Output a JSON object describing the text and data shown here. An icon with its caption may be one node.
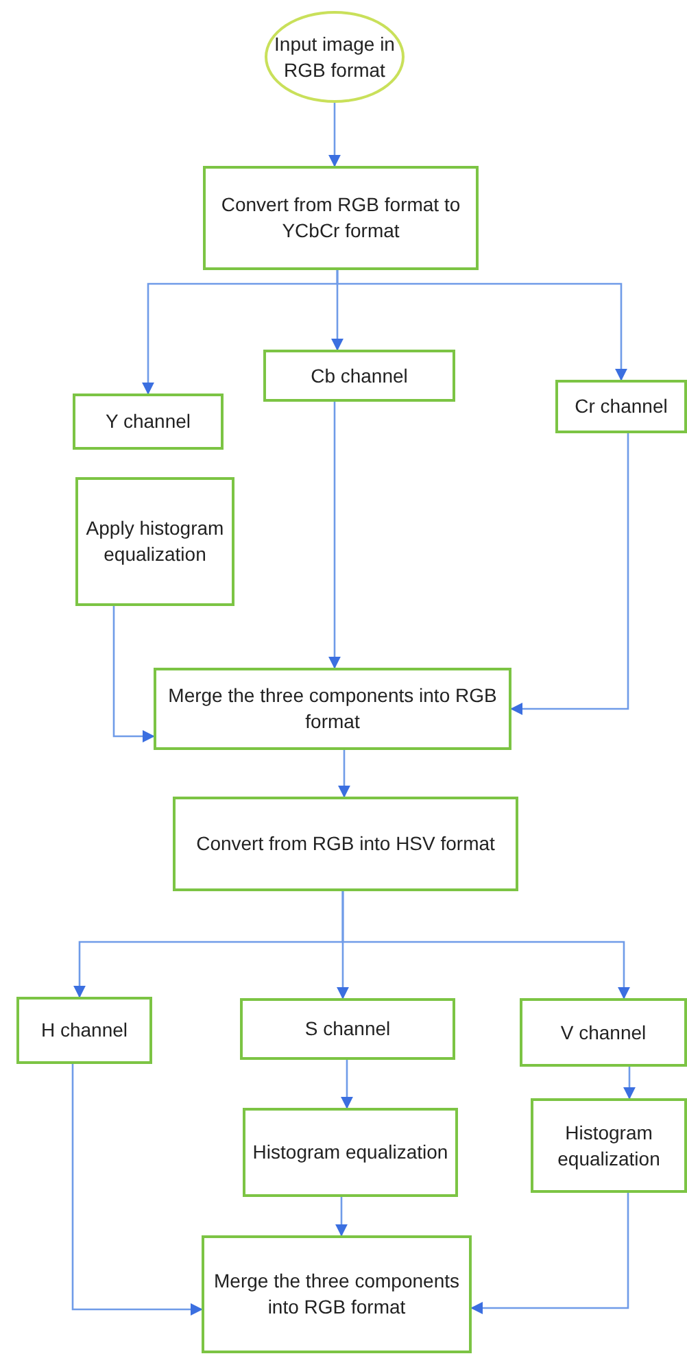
{
  "diagram": {
    "nodes": [
      {
        "text": [
          "Input image in RGB format"
        ]
      },
      {
        "text": [
          "Convert from RGB format to YCbCr format"
        ]
      },
      {
        "text": [
          "Y channel"
        ]
      },
      {
        "text": [
          "Cb channel"
        ]
      },
      {
        "text": [
          "Cr channel"
        ]
      },
      {
        "text": [
          "Apply histogram equalization"
        ]
      },
      {
        "text": [
          "Merge the three components into RGB format"
        ]
      },
      {
        "text": [
          "Convert from RGB into HSV format"
        ]
      },
      {
        "text": [
          "H channel"
        ]
      },
      {
        "text": [
          "S channel"
        ]
      },
      {
        "text": [
          "V channel"
        ]
      },
      {
        "text": [
          "Histogram equalization"
        ]
      },
      {
        "text": [
          "Histogram equalization"
        ]
      },
      {
        "text": [
          "Merge the three components into RGB format"
        ]
      }
    ],
    "edges": [
      {
        "from": 0,
        "to": 1,
        "arrow": "to"
      },
      {
        "from": 1,
        "to": 2,
        "arrow": "to"
      },
      {
        "from": 1,
        "to": 3,
        "arrow": "to"
      },
      {
        "from": 1,
        "to": 4,
        "arrow": "to"
      },
      {
        "from": 5,
        "to": 6,
        "arrow": "to"
      },
      {
        "from": 3,
        "to": 6,
        "arrow": "to"
      },
      {
        "from": 4,
        "to": 6,
        "arrow": "to"
      },
      {
        "from": 6,
        "to": 7,
        "arrow": "to"
      },
      {
        "from": 7,
        "to": 8,
        "arrow": "to"
      },
      {
        "from": 7,
        "to": 9,
        "arrow": "to"
      },
      {
        "from": 7,
        "to": 10,
        "arrow": "to"
      },
      {
        "from": 9,
        "to": 11,
        "arrow": "to"
      },
      {
        "from": 10,
        "to": 12,
        "arrow": "to"
      },
      {
        "from": 11,
        "to": 13,
        "arrow": "to"
      },
      {
        "from": 8,
        "to": 13,
        "arrow": "to"
      },
      {
        "from": 12,
        "to": 13,
        "arrow": "to"
      }
    ]
  }
}
